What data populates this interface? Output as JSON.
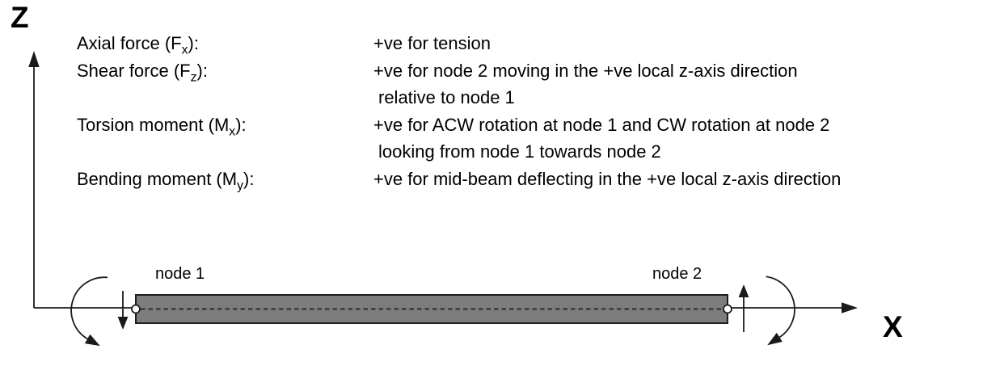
{
  "axes": {
    "z_label": "Z",
    "x_label": "X"
  },
  "legend": {
    "rows": [
      {
        "term_pre": "Axial force (F",
        "term_sub": "x",
        "term_post": "):",
        "lines": [
          "+ve for tension"
        ]
      },
      {
        "term_pre": "Shear force (F",
        "term_sub": "z",
        "term_post": "):",
        "lines": [
          "+ve for node 2 moving in the +ve local z-axis direction",
          "relative to node 1"
        ]
      },
      {
        "term_pre": "Torsion moment (M",
        "term_sub": "x",
        "term_post": "):",
        "lines": [
          "+ve for ACW rotation at node 1 and CW rotation at node 2",
          "looking from node 1 towards node 2"
        ]
      },
      {
        "term_pre": "Bending moment (M",
        "term_sub": "y",
        "term_post": "):",
        "lines": [
          "+ve for mid-beam deflecting in the +ve local z-axis direction"
        ]
      }
    ]
  },
  "diagram": {
    "node1_label": "node 1",
    "node2_label": "node 2",
    "beam_fill": "#7d7d7d",
    "beam_outline": "#1d1d1d",
    "line_color": "#1a1a1a",
    "dash_color": "#3c3c3c"
  }
}
